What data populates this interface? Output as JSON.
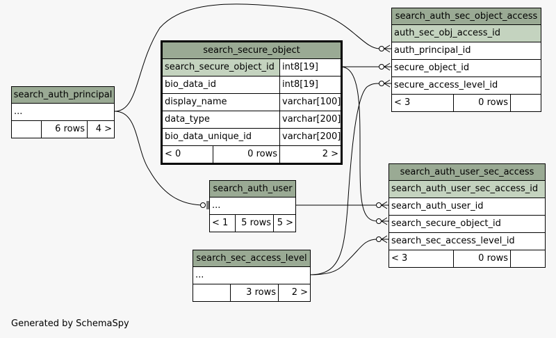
{
  "tables": {
    "search_auth_sec_object_access": {
      "name": "search_auth_sec_object_access",
      "pk": "auth_sec_obj_access_id",
      "columns": [
        "auth_principal_id",
        "secure_object_id",
        "secure_access_level_id"
      ],
      "parents": "< 3",
      "rows": "0 rows",
      "children": ""
    },
    "search_secure_object": {
      "name": "search_secure_object",
      "pk": {
        "name": "search_secure_object_id",
        "type": "int8[19]"
      },
      "columns": [
        {
          "name": "bio_data_id",
          "type": "int8[19]"
        },
        {
          "name": "display_name",
          "type": "varchar[100]"
        },
        {
          "name": "data_type",
          "type": "varchar[200]"
        },
        {
          "name": "bio_data_unique_id",
          "type": "varchar[200]"
        }
      ],
      "parents": "< 0",
      "rows": "0 rows",
      "children": "2 >"
    },
    "search_auth_principal": {
      "name": "search_auth_principal",
      "ellipsis": "...",
      "parents": "",
      "rows": "6 rows",
      "children": "4 >"
    },
    "search_auth_user": {
      "name": "search_auth_user",
      "ellipsis": "...",
      "parents": "< 1",
      "rows": "5 rows",
      "children": "5 >"
    },
    "search_auth_user_sec_access": {
      "name": "search_auth_user_sec_access",
      "pk": "search_auth_user_sec_access_id",
      "columns": [
        "search_auth_user_id",
        "search_secure_object_id",
        "search_sec_access_level_id"
      ],
      "parents": "< 3",
      "rows": "0 rows",
      "children": ""
    },
    "search_sec_access_level": {
      "name": "search_sec_access_level",
      "ellipsis": "...",
      "parents": "",
      "rows": "3 rows",
      "children": "2 >"
    }
  },
  "footer": "Generated by SchemaSpy"
}
